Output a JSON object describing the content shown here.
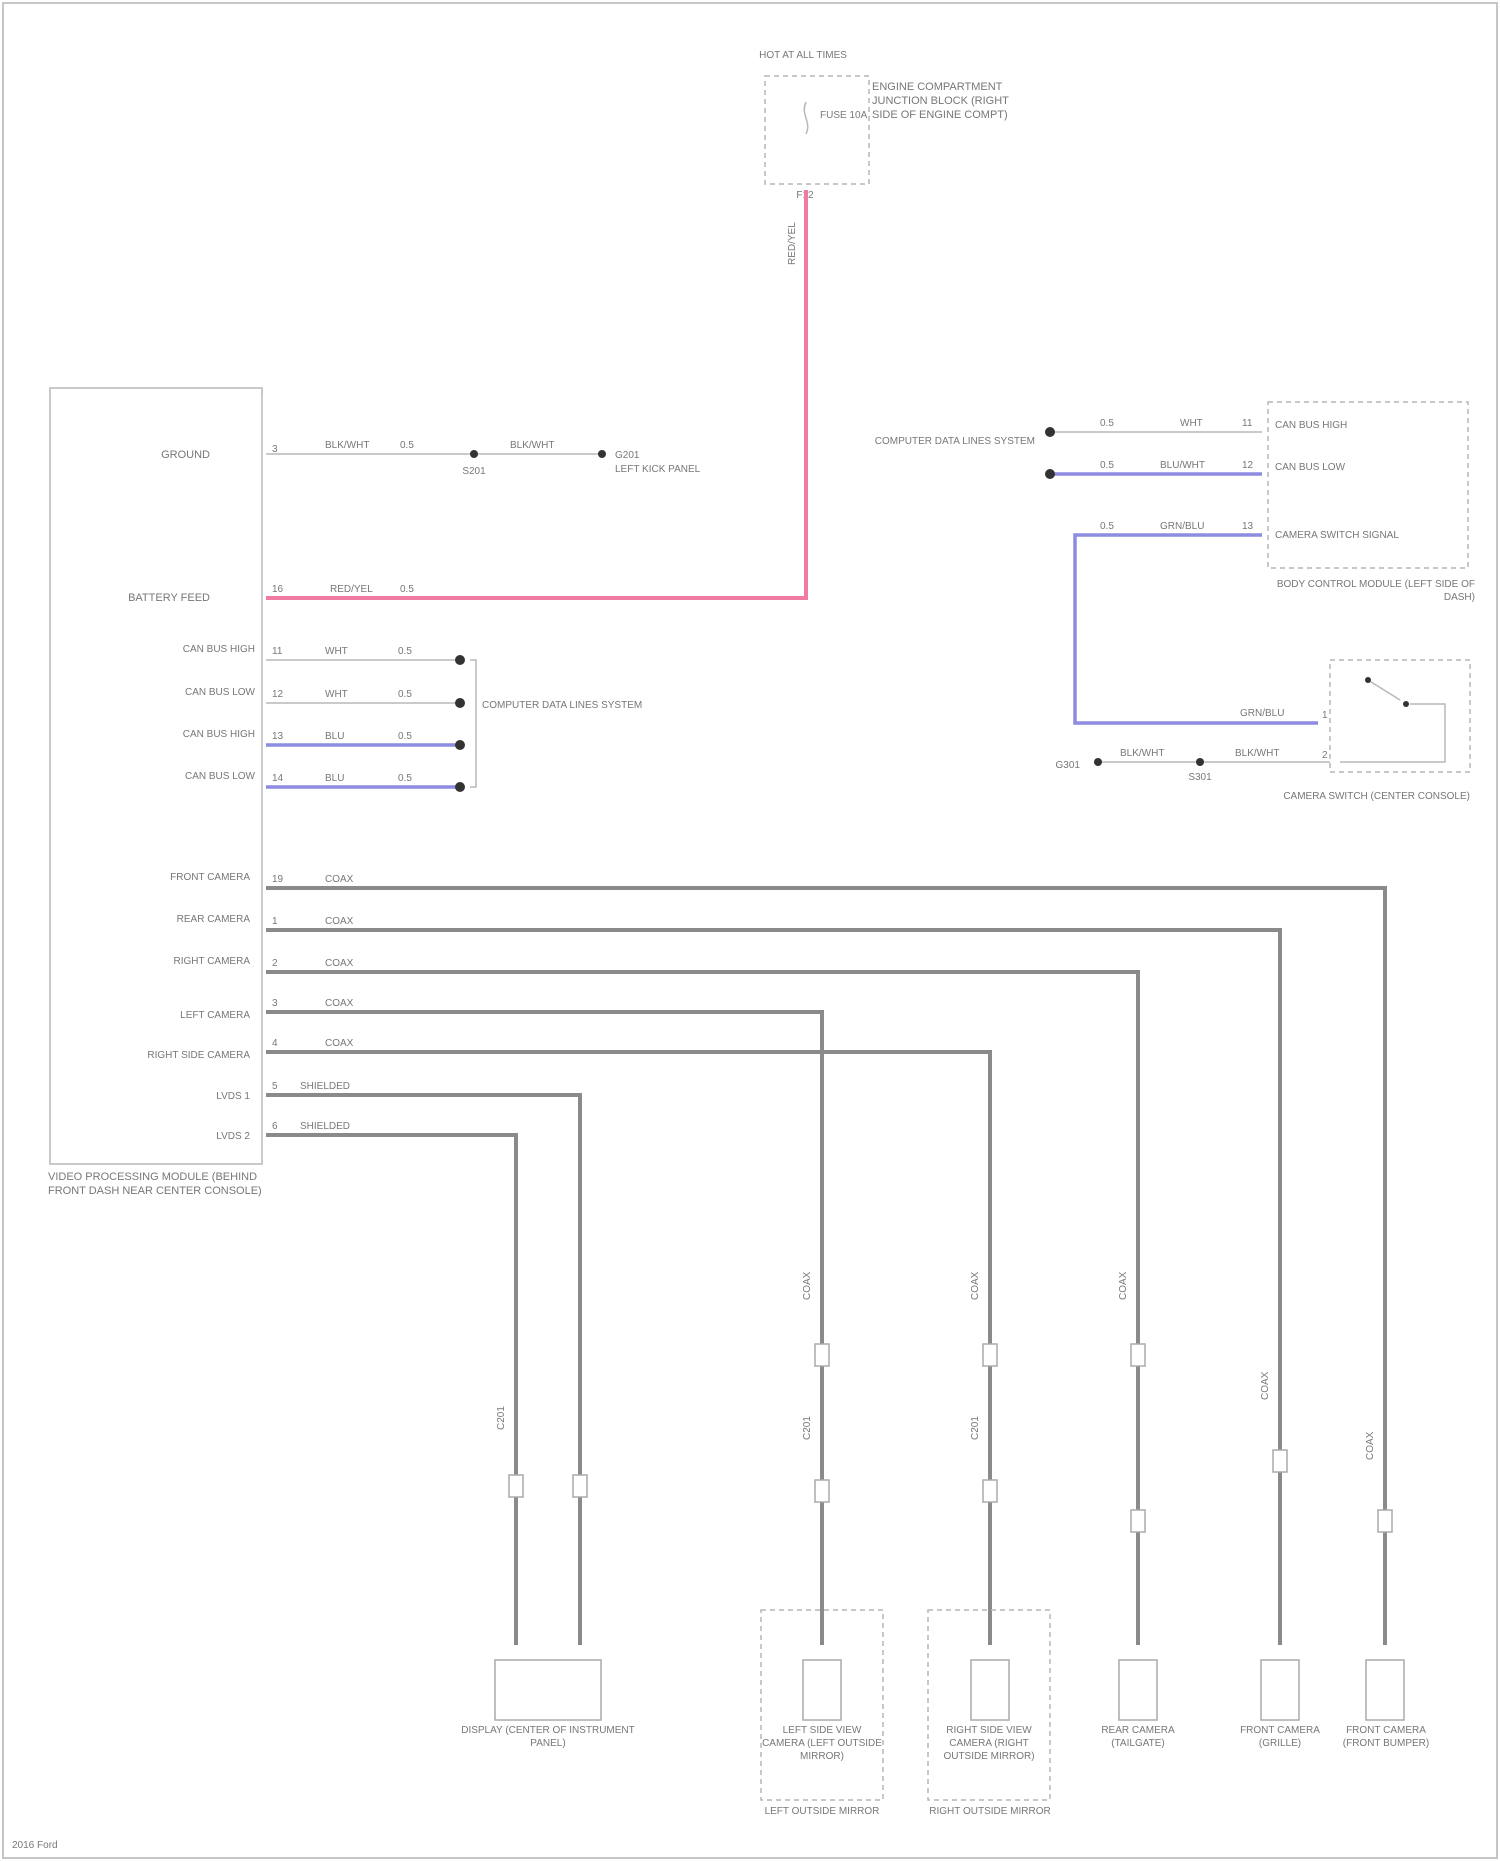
{
  "top_fuse": {
    "header": "HOT AT ALL TIMES",
    "fuse": "FUSE 10A",
    "location": "ENGINE COMPARTMENT JUNCTION BLOCK (RIGHT SIDE OF ENGINE COMPT)",
    "cavity": "F12"
  },
  "module": {
    "name": "VIDEO PROCESSING MODULE (BEHIND FRONT DASH NEAR CENTER CONSOLE)",
    "pins": [
      {
        "label": "GROUND",
        "num": "3",
        "color": "BLK/WHT",
        "gauge": "0.5"
      },
      {
        "label": "BATTERY FEED",
        "num": "16",
        "color": "RED/YEL",
        "gauge": "0.5"
      },
      {
        "label": "CAN BUS HIGH",
        "num": "11",
        "color": "WHT",
        "gauge": "0.5"
      },
      {
        "label": "CAN BUS LOW",
        "num": "12",
        "color": "WHT",
        "gauge": "0.5"
      },
      {
        "label": "CAN BUS HIGH",
        "num": "13",
        "color": "BLU",
        "gauge": "0.5"
      },
      {
        "label": "CAN BUS LOW",
        "num": "14",
        "color": "BLU",
        "gauge": "0.5"
      },
      {
        "label": "FRONT CAMERA",
        "num": "19",
        "color": "COAX",
        "gauge": ""
      },
      {
        "label": "REAR CAMERA",
        "num": "1",
        "color": "COAX",
        "gauge": ""
      },
      {
        "label": "RIGHT CAMERA",
        "num": "2",
        "color": "COAX",
        "gauge": ""
      },
      {
        "label": "LEFT CAMERA",
        "num": "3",
        "color": "COAX",
        "gauge": ""
      },
      {
        "label": "RIGHT SIDE CAMERA",
        "num": "4",
        "color": "COAX",
        "gauge": ""
      },
      {
        "label": "LVDS 1",
        "num": "5",
        "color": "SHIELDED",
        "gauge": ""
      },
      {
        "label": "LVDS 2",
        "num": "6",
        "color": "SHIELDED",
        "gauge": ""
      }
    ]
  },
  "ground": {
    "label": "G201",
    "wire": "BLK/WHT",
    "location": "LEFT KICK PANEL",
    "splice": "S201"
  },
  "network": "COMPUTER DATA LINES SYSTEM",
  "bcm": {
    "name": "BODY CONTROL MODULE (LEFT SIDE OF DASH)",
    "lines": [
      "CAN BUS HIGH",
      "CAN BUS LOW",
      "CAMERA SWITCH SIGNAL"
    ],
    "wires": [
      {
        "gauge": "0.5",
        "color": "WHT",
        "num": "11"
      },
      {
        "gauge": "0.5",
        "color": "BLU/WHT",
        "num": "12"
      },
      {
        "gauge": "0.5",
        "color": "GRN/BLU",
        "num": "13"
      }
    ]
  },
  "network_right": "COMPUTER DATA LINES SYSTEM",
  "switch": {
    "name": "CAMERA SWITCH (CENTER CONSOLE)",
    "ground_label": "G301",
    "ground_wire": "BLK/WHT",
    "splice": "S301",
    "pin1": "1",
    "pin2": "2",
    "wire1": "GRN/BLU"
  },
  "cameras": [
    {
      "label": "DISPLAY (CENTER OF INSTRUMENT PANEL)"
    },
    {
      "label": "LEFT SIDE VIEW CAMERA (LEFT OUTSIDE MIRROR)",
      "group": "LEFT OUTSIDE MIRROR"
    },
    {
      "label": "RIGHT SIDE VIEW CAMERA (RIGHT OUTSIDE MIRROR)",
      "group": "RIGHT OUTSIDE MIRROR"
    },
    {
      "label": "REAR CAMERA (TAILGATE)"
    },
    {
      "label": "FRONT CAMERA (GRILLE)"
    },
    {
      "label": "FRONT CAMERA (FRONT BUMPER)"
    }
  ],
  "inline_labels": {
    "coax": "COAX",
    "connector": "C201"
  },
  "footer": "2016 Ford"
}
